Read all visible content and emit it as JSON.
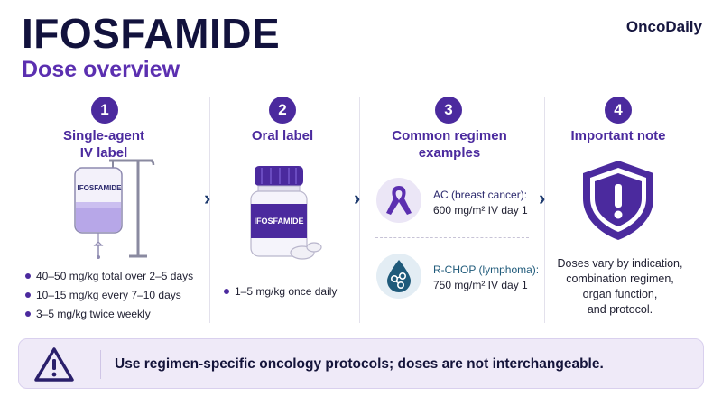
{
  "header": {
    "title": "IFOSFAMIDE",
    "subtitle": "Dose overview",
    "brand": "OncoDaily"
  },
  "columns": [
    {
      "number": "1",
      "title_line1": "Single-agent",
      "title_line2": "IV label",
      "bag_label": "IFOSFAMIDE",
      "bullets": [
        "40–50 mg/kg total over 2–5 days",
        "10–15 mg/kg every 7–10 days",
        "3–5 mg/kg twice weekly"
      ]
    },
    {
      "number": "2",
      "title": "Oral label",
      "bottle_label": "IFOSFAMIDE",
      "bullets": [
        "1–5 mg/kg once daily"
      ]
    },
    {
      "number": "3",
      "title_line1": "Common regimen",
      "title_line2": "examples",
      "regimens": [
        {
          "name": "AC (breast cancer):",
          "dose": "600 mg/m² IV day 1",
          "icon": "ribbon-icon"
        },
        {
          "name": "R-CHOP (lymphoma):",
          "dose": "750 mg/m² IV day 1",
          "icon": "drop-icon"
        }
      ]
    },
    {
      "number": "4",
      "title": "Important note",
      "icon": "shield-alert-icon",
      "note_lines": [
        "Doses vary by indication,",
        "combination regimen,",
        "organ function,",
        "and protocol."
      ]
    }
  ],
  "banner": {
    "icon": "warning-icon",
    "text": "Use regimen-specific oncology protocols; doses are not interchangeable."
  },
  "colors": {
    "primary": "#4b2a9e",
    "title": "#12123d",
    "banner_bg": "#efeaf8"
  }
}
